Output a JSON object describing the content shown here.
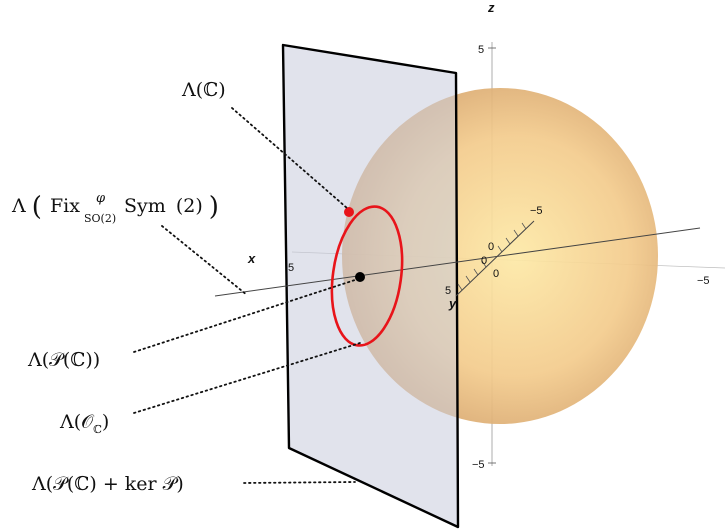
{
  "axes": {
    "x_name": "x",
    "y_name": "y",
    "z_name": "z",
    "z_tick_top": "5",
    "z_tick_bottom": "−5",
    "x_tick_pos": "5",
    "x_tick_neg": "−5",
    "y_tick_pos": "5",
    "y_tick_neg": "−5",
    "origin_z": "0",
    "origin_x": "0",
    "origin_y": "0"
  },
  "labels": {
    "lambda_c": {
      "pre": "Λ(",
      "bb": "ℂ",
      "post": ")"
    },
    "lambda_fix": {
      "pre": "Λ",
      "open": "(",
      "fix": "Fix",
      "phi": "φ",
      "group": "SO(2)",
      "sym": "Sym",
      "arg": "(2)",
      "close": ")"
    },
    "lambda_p": {
      "text": "Λ(𝒫(ℂ))"
    },
    "lambda_o": {
      "pre": "Λ(",
      "o": "𝒪",
      "sub": "ℂ",
      "post": ")"
    },
    "lambda_pker": {
      "text": "Λ(𝒫(ℂ) + ker 𝒫)"
    }
  },
  "colors": {
    "sphere_center": "#fde9a6",
    "sphere_edge": "#d9a86f",
    "plane_fill": "#c9ccdc",
    "circle": "#e8141a",
    "point_red": "#e8141a",
    "point_black": "#000000",
    "leader": "#111111"
  }
}
